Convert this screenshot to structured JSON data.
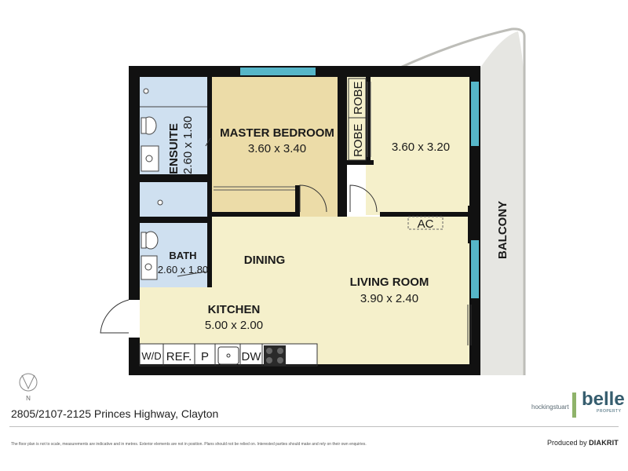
{
  "rooms": {
    "ensuite": {
      "name": "ENSUITE",
      "dims": "2.60 x 1.80"
    },
    "master_bedroom": {
      "name": "MASTER BEDROOM",
      "dims": "3.60 x 3.40"
    },
    "robe1": "ROBE",
    "robe2": "ROBE",
    "bedroom2": {
      "dims": "3.60 x 3.20"
    },
    "bath": {
      "name": "BATH",
      "dims": "2.60 x 1.80"
    },
    "dining": "DINING",
    "living": {
      "name": "LIVING ROOM",
      "dims": "3.90 x 2.40"
    },
    "kitchen": {
      "name": "KITCHEN",
      "dims": "5.00 x 2.00"
    },
    "balcony": "BALCONY",
    "ac": "AC"
  },
  "fixtures": {
    "wd": "W/D",
    "ref": "REF.",
    "pantry": "P",
    "dw": "DW"
  },
  "compass": "N",
  "footer": {
    "address": "2805/2107-2125 Princes Highway, Clayton",
    "disclaimer": "The floor plan is not to scale, measurements are indicative and in metres. Exterior elements are not in position. Plans should not be relied on. Interested parties should make and rely on their own enquiries.",
    "produced_by": "Produced by",
    "producer": "DIAKRIT"
  },
  "brands": {
    "agency1": "hockingstuart",
    "agency2": "belle",
    "agency2_sub": "PROPERTY"
  },
  "colors": {
    "wet_area": "#cfe0f0",
    "master_bedroom": "#ecdca8",
    "bedroom": "#f5f0cb",
    "living": "#f5f0cb",
    "balcony": "#e6e6e2",
    "wall": "#111111",
    "window": "#56b6c8"
  }
}
